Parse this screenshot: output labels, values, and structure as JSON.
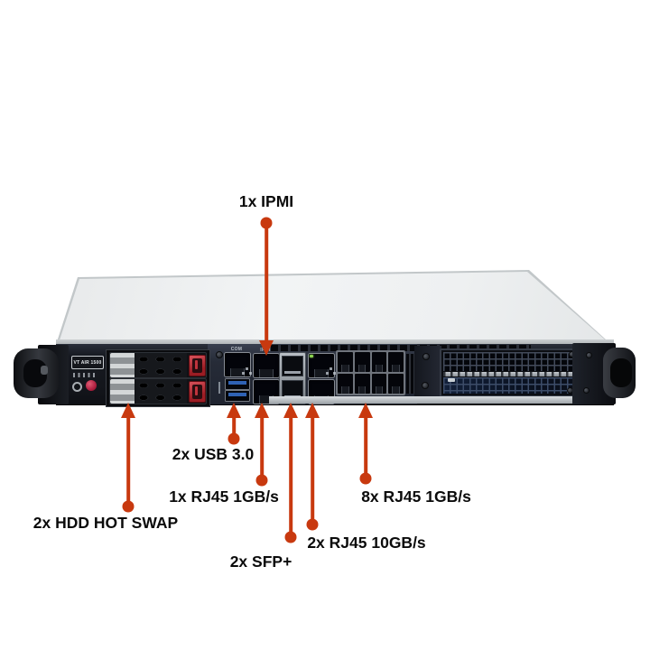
{
  "device": {
    "badge": "VT AIR 1500",
    "com_port_label": "COM",
    "ipmi_port_label": "IPMI"
  },
  "callouts": {
    "ipmi": {
      "label": "1x IPMI"
    },
    "usb": {
      "label": "2x USB 3.0"
    },
    "rj45_1g": {
      "label": "1x RJ45 1GB/s"
    },
    "hdd": {
      "label": "2x HDD HOT SWAP"
    },
    "sfp": {
      "label": "2x SFP+"
    },
    "rj45_10g": {
      "label": "2x RJ45 10GB/s"
    },
    "rj45_8x": {
      "label": "8x RJ45 1GB/s"
    }
  },
  "colors": {
    "arrow": "#c8390f",
    "label_text": "#0b0b0b",
    "chassis_top": "#eef0f1",
    "chassis_face": "#14161c",
    "usb_blue": "#2f62b4",
    "latch_red": "#b5242c",
    "led_green": "#8ad14f",
    "power_button": "#b02040"
  }
}
